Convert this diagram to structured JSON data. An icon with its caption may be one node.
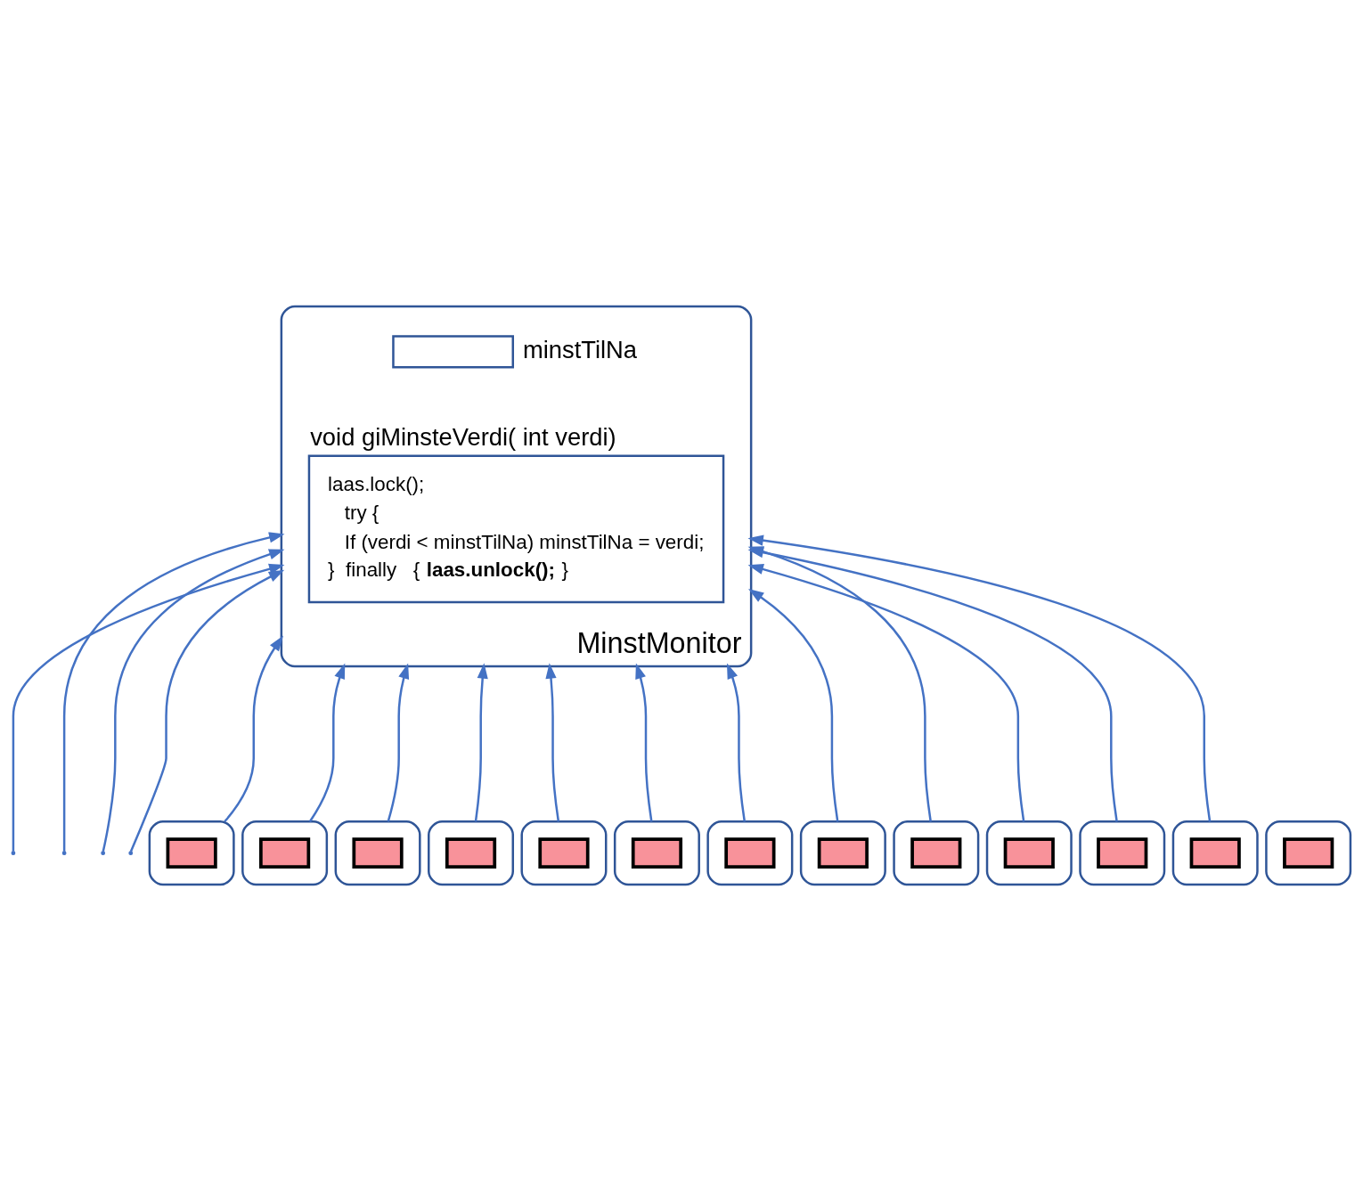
{
  "diagram": {
    "nodes": [
      {
        "text": [],
        "shape": "box",
        "beside": [
          "MinstMonitor"
        ]
      },
      {
        "text": [],
        "shape": "box",
        "beside": [
          "minstTilNa"
        ],
        "in": 0
      },
      {
        "text": [
          "void giMinsteVerdi( int verdi)",
          "laas.lock();",
          "try {",
          "If (verdi < minstTilNa) minstTilNa = verdi;",
          "}  finally   { **laas.unlock();**  }"
        ],
        "in": 0
      },
      {
        "text": [],
        "shape": "box"
      },
      {
        "text": [],
        "shape": "box",
        "in": 3
      },
      {
        "text": [],
        "shape": "box"
      },
      {
        "text": [],
        "shape": "box",
        "in": 5
      },
      {
        "text": [],
        "shape": "box"
      },
      {
        "text": [],
        "shape": "box",
        "in": 7
      },
      {
        "text": [],
        "shape": "box"
      },
      {
        "text": [],
        "shape": "box",
        "in": 9
      },
      {
        "text": [],
        "shape": "box"
      },
      {
        "text": [],
        "shape": "box",
        "in": 11
      },
      {
        "text": [],
        "shape": "box"
      },
      {
        "text": [],
        "shape": "box",
        "in": 13
      },
      {
        "text": [],
        "shape": "box"
      },
      {
        "text": [],
        "shape": "box",
        "in": 15
      },
      {
        "text": [],
        "shape": "box"
      },
      {
        "text": [],
        "shape": "box",
        "in": 17
      },
      {
        "text": [],
        "shape": "box"
      },
      {
        "text": [],
        "shape": "box",
        "in": 19
      },
      {
        "text": [],
        "shape": "box"
      },
      {
        "text": [],
        "shape": "box",
        "in": 21
      },
      {
        "text": [],
        "shape": "box"
      },
      {
        "text": [],
        "shape": "box",
        "in": 23
      },
      {
        "text": [],
        "shape": "box"
      },
      {
        "text": [],
        "shape": "box",
        "in": 25
      },
      {
        "text": [],
        "shape": "box"
      },
      {
        "text": [],
        "shape": "box",
        "in": 27
      }
    ],
    "edges": [
      {
        "from": null,
        "to": 0,
        "arrow": "to"
      },
      {
        "from": null,
        "to": 0,
        "arrow": "to"
      },
      {
        "from": null,
        "to": 0,
        "arrow": "to"
      },
      {
        "from": null,
        "to": 0,
        "arrow": "to"
      },
      {
        "from": 5,
        "to": 0,
        "arrow": "to"
      },
      {
        "from": 7,
        "to": 0,
        "arrow": "to"
      },
      {
        "from": 9,
        "to": 0,
        "arrow": "to"
      },
      {
        "from": 11,
        "to": 0,
        "arrow": "to"
      },
      {
        "from": 13,
        "to": 0,
        "arrow": "to"
      },
      {
        "from": 15,
        "to": 0,
        "arrow": "to"
      },
      {
        "from": 17,
        "to": 0,
        "arrow": "to"
      },
      {
        "from": 19,
        "to": 0,
        "arrow": "to"
      },
      {
        "from": 21,
        "to": 0,
        "arrow": "to"
      },
      {
        "from": 23,
        "to": 0,
        "arrow": "to"
      },
      {
        "from": 25,
        "to": 0,
        "arrow": "to"
      },
      {
        "from": 27,
        "to": 0,
        "arrow": "to"
      }
    ]
  }
}
